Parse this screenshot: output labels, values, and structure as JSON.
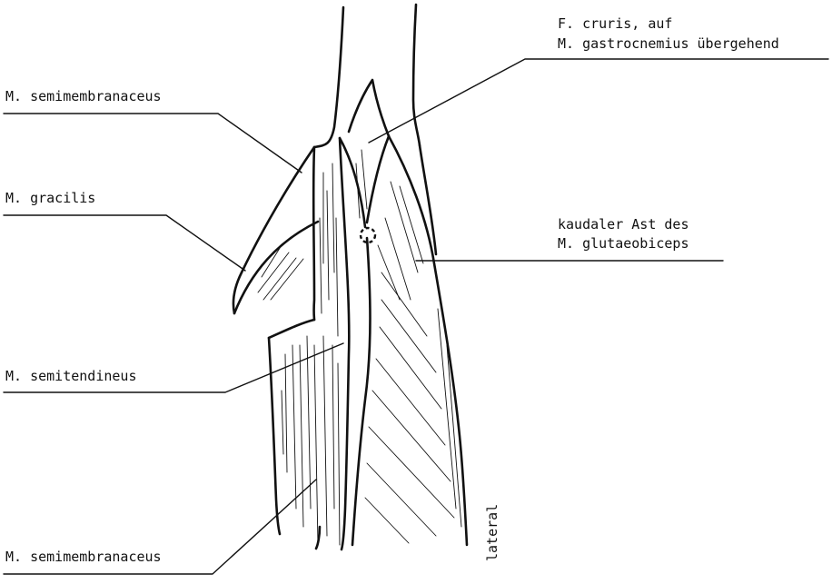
{
  "labels": {
    "semimembranaceus_upper": "M. semimembranaceus",
    "gracilis": "M. gracilis",
    "semitendineus": "M. semitendineus",
    "semimembranaceus_lower": "M. semimembranaceus",
    "fascia_cruris": [
      "F. cruris, auf",
      "M. gastrocnemius übergehend"
    ],
    "biceps_branch": [
      "kaudaler Ast des",
      "M. glutaeobiceps"
    ],
    "orientation": "lateral"
  },
  "colors": {
    "ink": "#111111",
    "background": "#ffffff"
  }
}
